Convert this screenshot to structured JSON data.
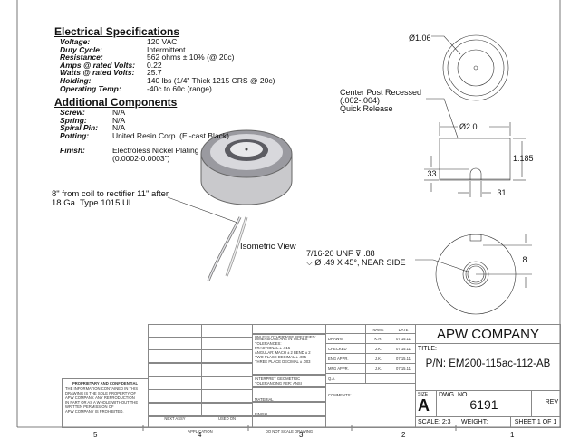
{
  "electrical": {
    "heading": "Electrical Specifications",
    "rows": [
      {
        "k": "Voltage:",
        "v": "120 VAC"
      },
      {
        "k": "Duty Cycle:",
        "v": "Intermittent"
      },
      {
        "k": "Resistance:",
        "v": "562 ohms ± 10% (@ 20c)"
      },
      {
        "k": "Amps @ rated Volts:",
        "v": "0.22"
      },
      {
        "k": "Watts @ rated Volts:",
        "v": "25.7"
      },
      {
        "k": "Holding:",
        "v": "140 lbs (1/4\" Thick 1215 CRS @ 20c)"
      },
      {
        "k": "Operating Temp:",
        "v": "-40c to 60c (range)"
      }
    ]
  },
  "additional": {
    "heading": "Additional Components",
    "rows": [
      {
        "k": "Screw:",
        "v": "N/A"
      },
      {
        "k": "Spring:",
        "v": "N/A"
      },
      {
        "k": "Spiral Pin:",
        "v": "N/A"
      },
      {
        "k": "Potting:",
        "v": "United Resin Corp. (El-cast Black)"
      }
    ],
    "finish_k": "Finish:",
    "finish_v1": "Electroless Nickel Plating",
    "finish_v2": "(0.0002-0.0003\")"
  },
  "notes": {
    "wire1": "8\" from coil to rectifier 11\" after",
    "wire2": "18 Ga. Type 1015 UL",
    "iso": "Isometric View",
    "dia106": "Ø1.06",
    "post1": "Center Post Recessed",
    "post2": "(.002-.004)",
    "post3": "Quick Release",
    "dia20": "Ø2.0",
    "h1185": "1.185",
    "h33": ".33",
    "w31": ".31",
    "thread1": "7/16-20 UNF ⊽ .88",
    "thread2": "⌵ Ø .49 X 45°, NEAR SIDE",
    "d8": ".8"
  },
  "title_block": {
    "unless": "UNLESS OTHERWISE SPECIFIED:",
    "dims": [
      "DIMENSIONS ARE IN INCHES",
      "TOLERANCES:",
      "FRACTIONAL ± .015",
      "ANGULAR: MACH ± 2   BEND ± 2",
      "TWO PLACE DECIMAL   ± .005",
      "THREE PLACE DECIMAL  ± .003"
    ],
    "interpret": [
      "INTERPRET GEOMETRIC",
      "TOLERANCING PER: ANSI"
    ],
    "material": "MATERIAL",
    "finish": "FINISH",
    "noscale": "DO NOT SCALE DRAWING",
    "next_assy": "NEXT ASSY",
    "used_on": "USED ON",
    "application": "APPLICATION",
    "prop_title": "PROPRIETARY AND CONFIDENTIAL",
    "prop_text": [
      "THE INFORMATION CONTAINED IN THIS",
      "DRAWING IS THE SOLE PROPERTY OF",
      "APW COMPANY.  ANY  REPRODUCTION",
      "IN PART OR AS A WHOLE WITHOUT THE",
      "WRITTEN PERMISSION OF",
      "APW COMPANY IS PROHIBITED."
    ],
    "name_h": "NAME",
    "date_h": "DATE",
    "signoffs": [
      {
        "r": "DRAWN",
        "n": "K.H.",
        "d": "07.15.11"
      },
      {
        "r": "CHECKED",
        "n": "J.K.",
        "d": "07.15.11"
      },
      {
        "r": "ENG APPR.",
        "n": "J.K.",
        "d": "07.15.11"
      },
      {
        "r": "MFG APPR.",
        "n": "J.K.",
        "d": "07.15.11"
      },
      {
        "r": "Q.A.",
        "n": "",
        "d": ""
      }
    ],
    "comments": "COMMENTS:",
    "company": "APW COMPANY",
    "title_label": "TITLE:",
    "part": "P/N: EM200-115ac-112-AB",
    "size_label": "SIZE",
    "size": "A",
    "dwg_label": "DWG.  NO.",
    "dwg": "6191",
    "rev": "REV",
    "scale": "SCALE: 2:3",
    "weight": "WEIGHT:",
    "sheet": "SHEET 1 OF 1"
  },
  "zones": [
    "5",
    "4",
    "3",
    "2",
    "1"
  ]
}
